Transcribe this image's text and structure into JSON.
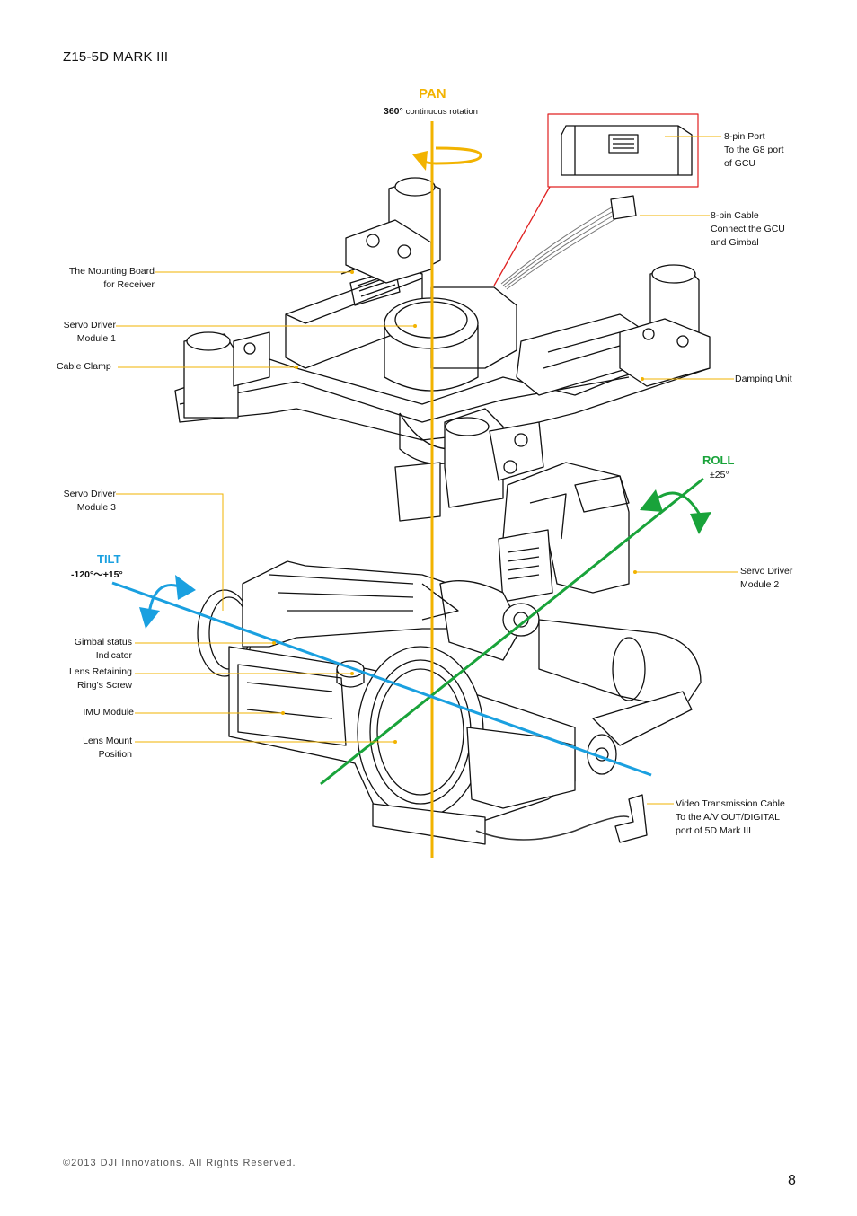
{
  "page": {
    "title": "Z15-5D MARK III",
    "footer": "©2013  DJI  Innovations.  All  Rights  Reserved.",
    "page_number": "8"
  },
  "axes": {
    "pan": {
      "name": "PAN",
      "range": "360°",
      "range_note": "continuous rotation",
      "color": "#f2b300"
    },
    "roll": {
      "name": "ROLL",
      "range": "±25°",
      "color": "#19a33a"
    },
    "tilt": {
      "name": "TILT",
      "range": "-120°～+15°",
      "color": "#1aa0e0"
    }
  },
  "labels": {
    "port_8pin": "8-pin Port\nTo the G8 port\nof GCU",
    "cable_8pin": "8-pin Cable\nConnect  the  GCU\nand Gimbal",
    "mounting_board": "The Mounting Board\nfor  Receiver",
    "servo_module_1": "Servo Driver\nModule 1",
    "cable_clamp": "Cable Clamp",
    "damping_unit": "Damping Unit",
    "servo_module_3": "Servo Driver\nModule 3",
    "servo_module_2": "Servo Driver\nModule 2",
    "gimbal_status": "Gimbal status\nIndicator",
    "lens_ring_screw": "Lens Retaining\nRing's Screw",
    "imu_module": "IMU Module",
    "lens_mount": "Lens Mount\nPosition",
    "video_cable": "Video Transmission Cable\nTo the A/V OUT/DIGITAL\nport of 5D Mark III"
  },
  "colors": {
    "leader": "#f2b300",
    "highlight": "#e02020",
    "line": "#111111"
  }
}
